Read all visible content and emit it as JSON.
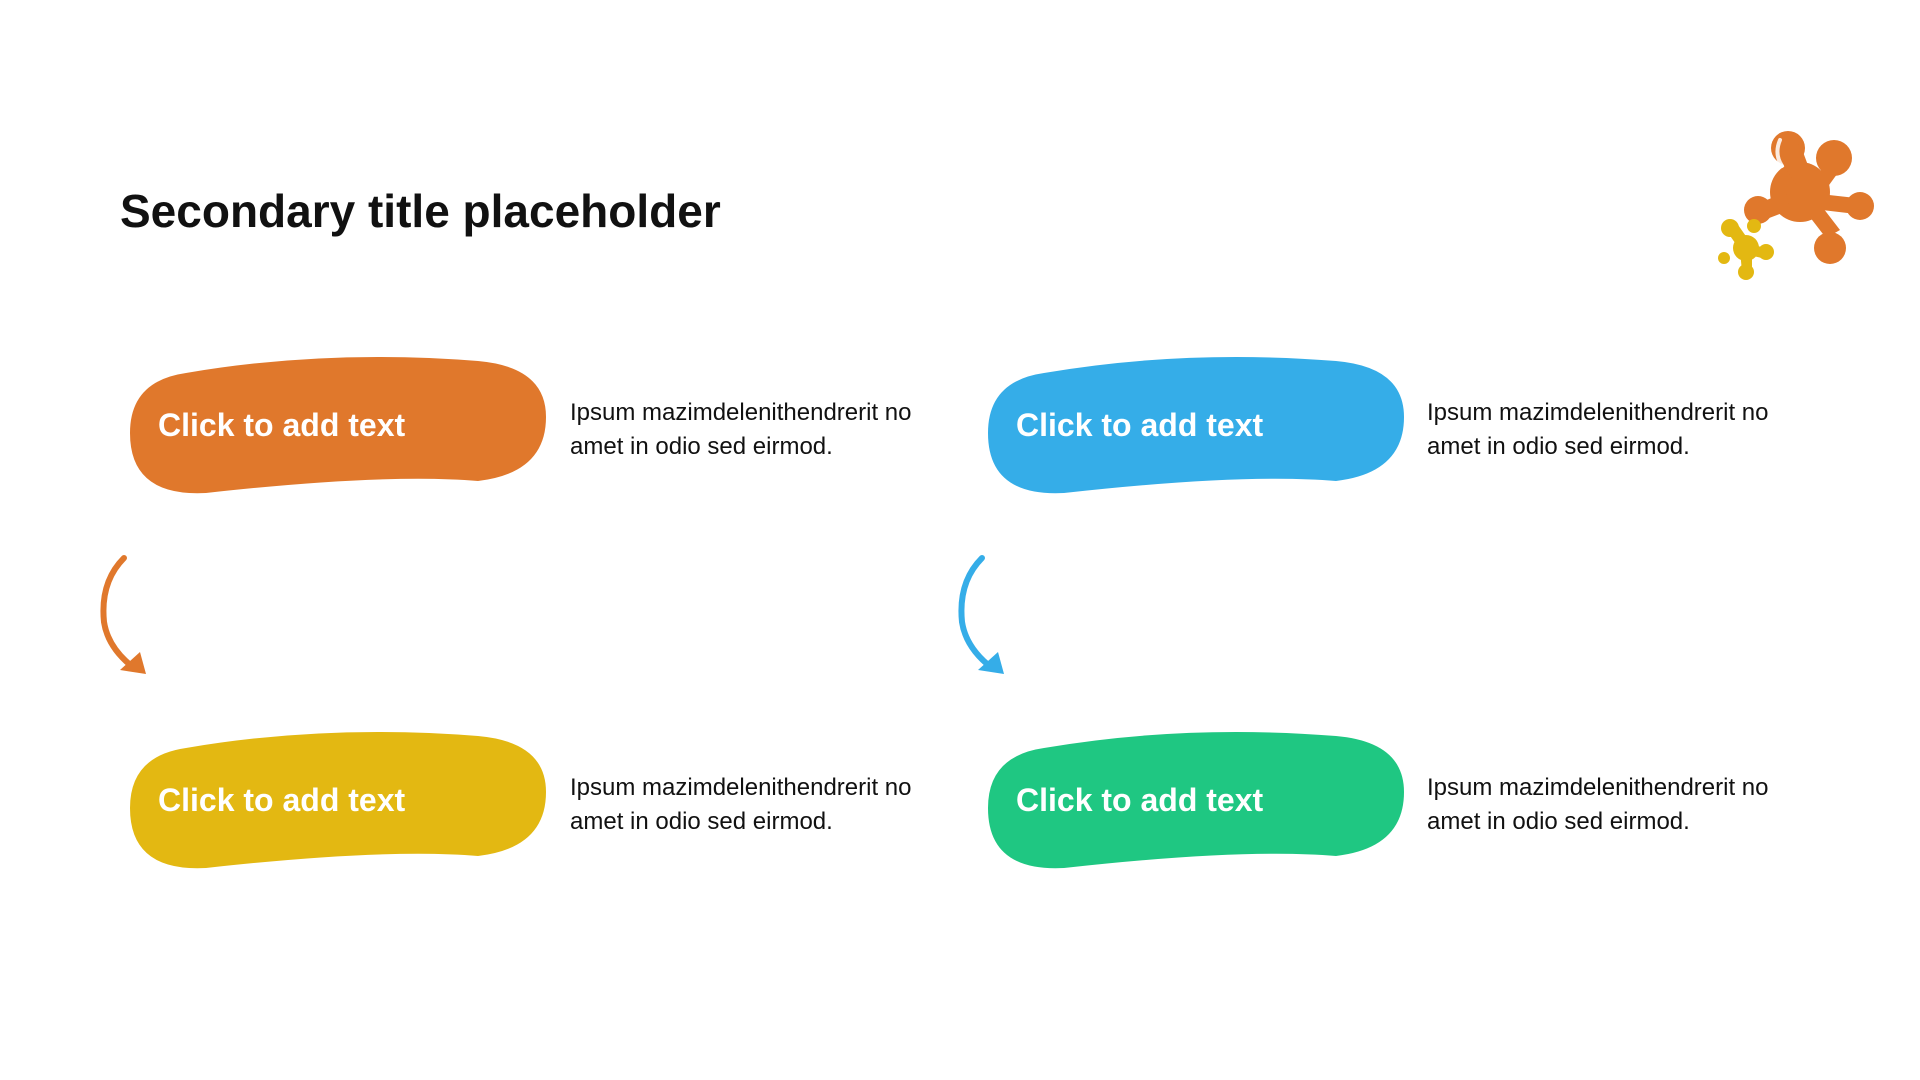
{
  "slide": {
    "title": "Secondary title placeholder"
  },
  "decoration": {
    "icon": "splash-icon",
    "colors": [
      "#E0782C",
      "#E3B812"
    ]
  },
  "cards": [
    {
      "label": "Click to add text",
      "description": "Ipsum mazimdelenithendrerit no amet in odio sed eirmod.",
      "color": "#E0782C"
    },
    {
      "label": "Click to add text",
      "description": "Ipsum mazimdelenithendrerit no amet in odio sed eirmod.",
      "color": "#35ADE8"
    },
    {
      "label": "Click to add text",
      "description": "Ipsum mazimdelenithendrerit no amet in odio sed eirmod.",
      "color": "#E3B812"
    },
    {
      "label": "Click to add text",
      "description": "Ipsum mazimdelenithendrerit no amet in odio sed eirmod.",
      "color": "#1FC782"
    }
  ],
  "arrows": [
    {
      "icon": "curved-arrow-down-icon",
      "color": "#E0782C"
    },
    {
      "icon": "curved-arrow-down-icon",
      "color": "#35ADE8"
    }
  ]
}
